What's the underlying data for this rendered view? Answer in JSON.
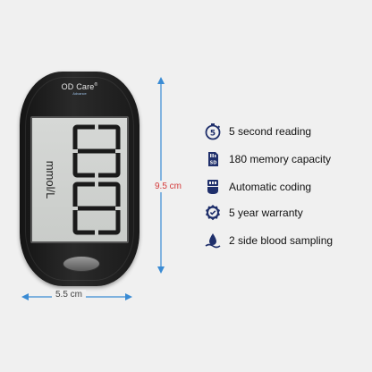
{
  "device": {
    "brand": "OD Care",
    "brand_sub": "Advance",
    "display_unit": "mmol/L",
    "display_reading": "88"
  },
  "dimensions": {
    "height_label": "9.5 cm",
    "width_label": "5.5 cm"
  },
  "features": [
    {
      "icon": "stopwatch-5-icon",
      "label": "5 second reading"
    },
    {
      "icon": "sd-card-icon",
      "label": "180 memory capacity"
    },
    {
      "icon": "hand-code-icon",
      "label": "Automatic coding"
    },
    {
      "icon": "warranty-badge-icon",
      "label": "5 year warranty"
    },
    {
      "icon": "blood-drop-icon",
      "label": "2 side blood sampling"
    }
  ],
  "colors": {
    "icon_navy": "#1f2f6b",
    "dimension_red": "#d43a3a",
    "dimension_blue": "#3a8bd4"
  }
}
